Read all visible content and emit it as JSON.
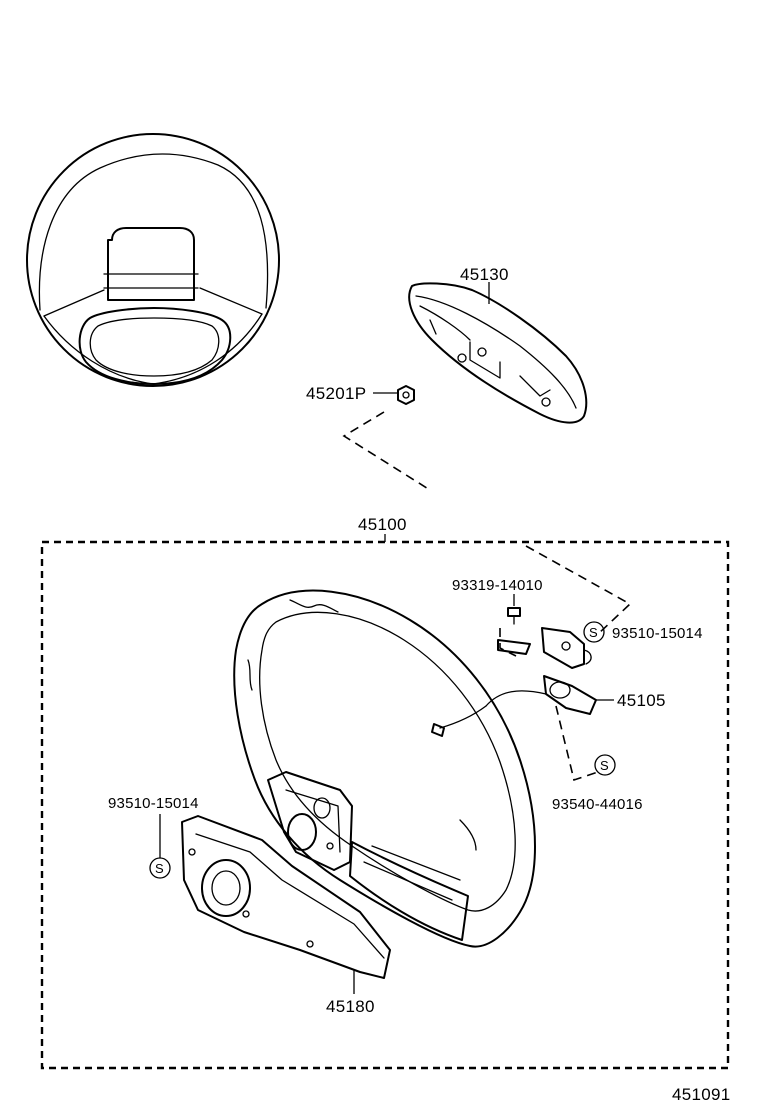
{
  "diagram": {
    "figure_number": "451091",
    "parts": {
      "pad": "45130",
      "nut": "45201P",
      "wheel_assembly": "45100",
      "screw": "93319-14010",
      "screw_upper": "93510-15014",
      "switch": "45105",
      "screw_lower": "93540-44016",
      "screw_left": "93510-15014",
      "cover": "45180"
    },
    "marks": {
      "s1": "S",
      "s2": "S",
      "s3": "S"
    }
  }
}
